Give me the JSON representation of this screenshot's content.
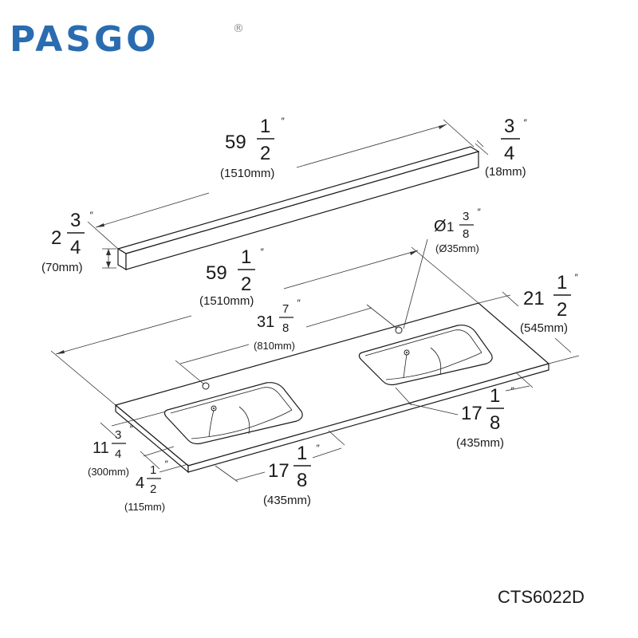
{
  "brand": {
    "name": "PASGO",
    "registered_mark": "®",
    "colors": {
      "blue": "#2a6cb0",
      "gray": "#8a8d90"
    }
  },
  "model": "CTS6022D",
  "dimensions": {
    "backsplash_length": {
      "whole": "59",
      "num": "1",
      "den": "2",
      "inch_mark": "″",
      "metric": "(1510mm)"
    },
    "backsplash_thickness": {
      "num": "3",
      "den": "4",
      "inch_mark": "″",
      "metric": "(18mm)"
    },
    "backsplash_height": {
      "whole": "2",
      "num": "3",
      "den": "4",
      "inch_mark": "″",
      "metric": "(70mm)"
    },
    "faucet_hole": {
      "symbol": "Ø",
      "whole": "1",
      "num": "3",
      "den": "8",
      "inch_mark": "″",
      "metric": "(Ø35mm)"
    },
    "top_length": {
      "whole": "59",
      "num": "1",
      "den": "2",
      "inch_mark": "″",
      "metric": "(1510mm)"
    },
    "top_depth": {
      "whole": "21",
      "num": "1",
      "den": "2",
      "inch_mark": "″",
      "metric": "(545mm)"
    },
    "hole_spacing": {
      "whole": "31",
      "num": "7",
      "den": "8",
      "inch_mark": "″",
      "metric": "(810mm)"
    },
    "sink_width_right": {
      "whole": "17",
      "num": "1",
      "den": "8",
      "inch_mark": "″",
      "metric": "(435mm)"
    },
    "sink_width_left": {
      "whole": "17",
      "num": "1",
      "den": "8",
      "inch_mark": "″",
      "metric": "(435mm)"
    },
    "sink_depth": {
      "whole": "11",
      "num": "3",
      "den": "4",
      "inch_mark": "″",
      "metric": "(300mm)"
    },
    "front_to_sink": {
      "whole": "4",
      "num": "1",
      "den": "2",
      "inch_mark": "″",
      "metric": "(115mm)"
    }
  }
}
